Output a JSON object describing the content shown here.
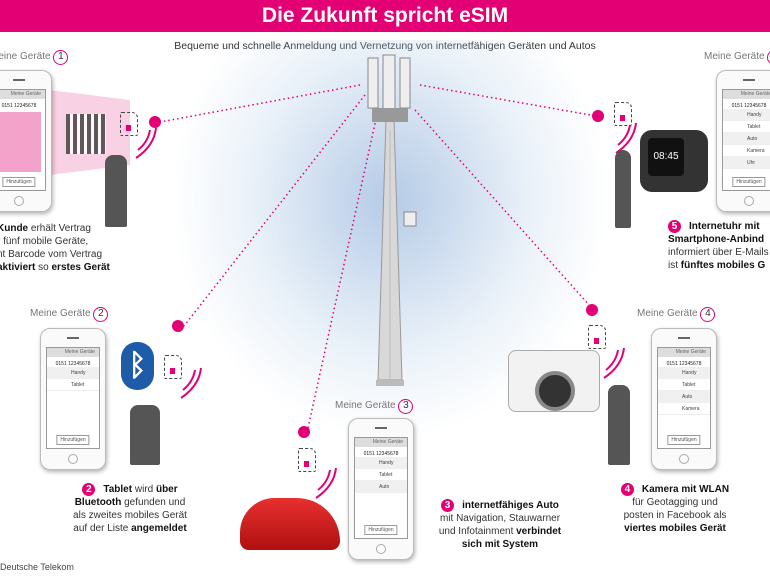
{
  "title": "Die Zukunft spricht eSIM",
  "subtitle": "Bequeme und schnelle Anmeldung und Vernetzung von internetfähigen Geräten und Autos",
  "accent": "#e20074",
  "devices_label": "Meine Geräte",
  "phone": {
    "number": "0151 12345678",
    "add_button": "Hinzufügen"
  },
  "steps": [
    {
      "n": "1",
      "items": [],
      "caption": [
        [
          {
            "t": "Kunde",
            "b": true
          },
          {
            "t": " erhält Vertrag"
          }
        ],
        [
          {
            "t": "r fünf mobile Geräte,"
          }
        ],
        [
          {
            "t": "nt Barcode vom Vertrag"
          }
        ],
        [
          {
            "t": "aktiviert",
            "b": true
          },
          {
            "t": " so "
          },
          {
            "t": "erstes Gerät",
            "b": true
          }
        ]
      ]
    },
    {
      "n": "2",
      "items": [
        "Handy",
        "Tablet"
      ],
      "caption": [
        [
          {
            "t": "Tablet",
            "b": true
          },
          {
            "t": " wird "
          },
          {
            "t": "über",
            "b": true
          }
        ],
        [
          {
            "t": "Bluetooth",
            "b": true
          },
          {
            "t": " gefunden und"
          }
        ],
        [
          {
            "t": "als zweites mobiles Gerät"
          }
        ],
        [
          {
            "t": "auf der Liste "
          },
          {
            "t": "angemeldet",
            "b": true
          }
        ]
      ]
    },
    {
      "n": "3",
      "items": [
        "Handy",
        "Tablet",
        "Auto"
      ],
      "caption": [
        [
          {
            "t": "internetfähiges Auto",
            "b": true
          }
        ],
        [
          {
            "t": "mit Navigation, Stauwarner"
          }
        ],
        [
          {
            "t": "und Infotainment "
          },
          {
            "t": "verbindet",
            "b": true
          }
        ],
        [
          {
            "t": "sich mit System",
            "b": true
          }
        ]
      ]
    },
    {
      "n": "4",
      "items": [
        "Handy",
        "Tablet",
        "Auto",
        "Kamera"
      ],
      "caption": [
        [
          {
            "t": "Kamera mit WLAN",
            "b": true
          }
        ],
        [
          {
            "t": "für Geotagging und"
          }
        ],
        [
          {
            "t": "posten in Facebook als"
          }
        ],
        [
          {
            "t": "viertes mobiles Gerät",
            "b": true
          }
        ]
      ]
    },
    {
      "n": "5",
      "items": [
        "Handy",
        "Tablet",
        "Auto",
        "Kamera",
        "Uhr"
      ],
      "caption": [
        [
          {
            "t": "Internetuhr mit",
            "b": true
          }
        ],
        [
          {
            "t": "Smartphone-Anbind",
            "b": true
          }
        ],
        [
          {
            "t": "informiert über E-Mails"
          }
        ],
        [
          {
            "t": "ist "
          },
          {
            "t": "fünftes mobiles G",
            "b": true
          }
        ]
      ]
    }
  ],
  "footer": "Deutsche Telekom"
}
